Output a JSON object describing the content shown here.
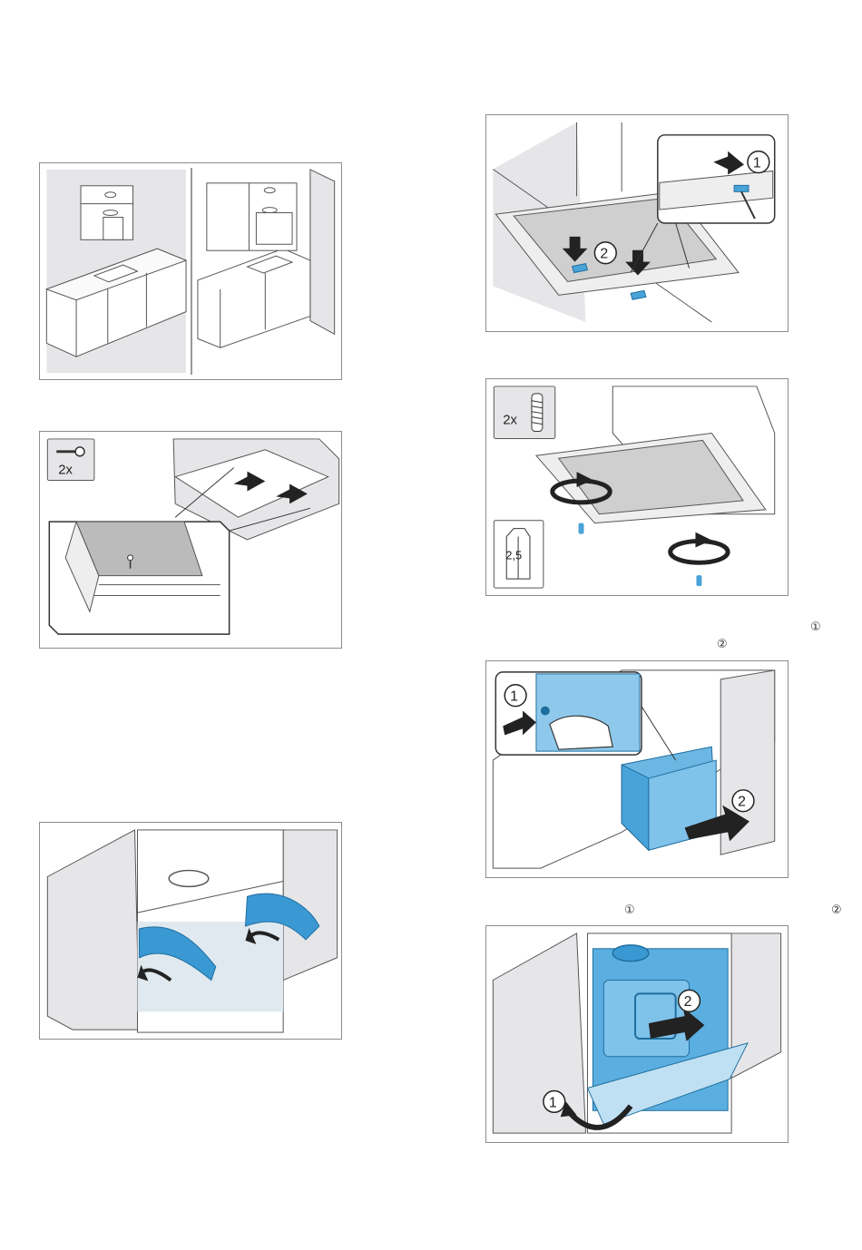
{
  "figures": {
    "fig1": {},
    "fig2": {
      "count_label": "2x"
    },
    "fig3": {},
    "fig4": {
      "step1": "1",
      "step2": "2"
    },
    "fig5": {
      "count_label": "2x",
      "tool_size": "2,5"
    },
    "fig6": {
      "step1": "1",
      "step2": "2"
    },
    "fig7": {
      "step1": "1",
      "step2": "2"
    }
  },
  "stray_markers": [
    "①",
    "②",
    "①",
    "②"
  ],
  "colors": {
    "accent_blue": "#4aa3d8",
    "frame": "#8c8c8c",
    "panel_grey": "#e6e6e9"
  }
}
